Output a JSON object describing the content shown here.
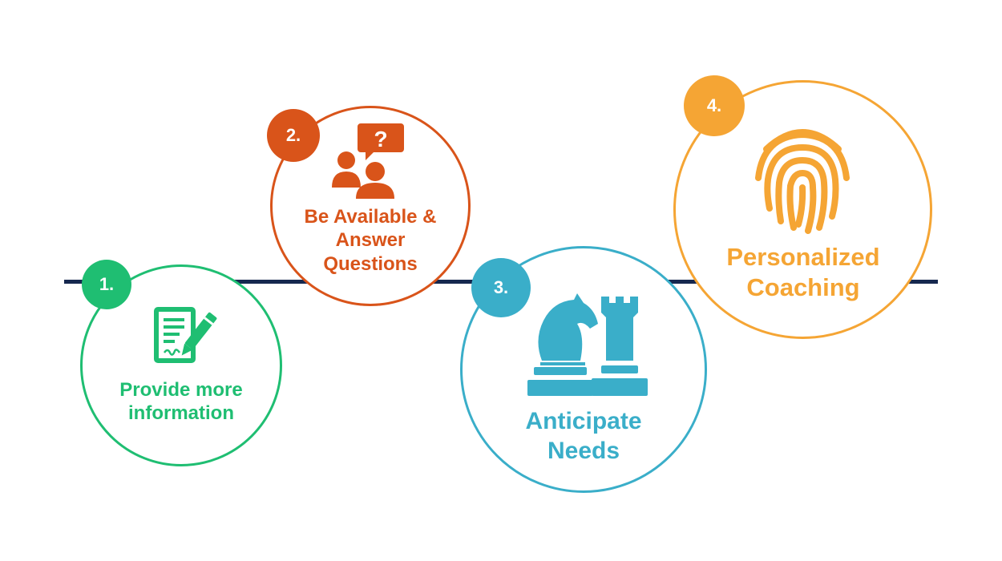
{
  "colors": {
    "line": "#16284f",
    "step1": "#1fbe72",
    "step2": "#d9541a",
    "step3": "#3aaec9",
    "step4": "#f5a534"
  },
  "steps": [
    {
      "number": "1.",
      "label_lines": [
        "Provide more",
        "information"
      ],
      "icon": "document-pen-icon"
    },
    {
      "number": "2.",
      "label_lines": [
        "Be Available &",
        "Answer",
        "Questions"
      ],
      "icon": "people-question-icon"
    },
    {
      "number": "3.",
      "label_lines": [
        "Anticipate",
        "Needs"
      ],
      "icon": "chess-pieces-icon"
    },
    {
      "number": "4.",
      "label_lines": [
        "Personalized",
        "Coaching"
      ],
      "icon": "fingerprint-icon"
    }
  ]
}
